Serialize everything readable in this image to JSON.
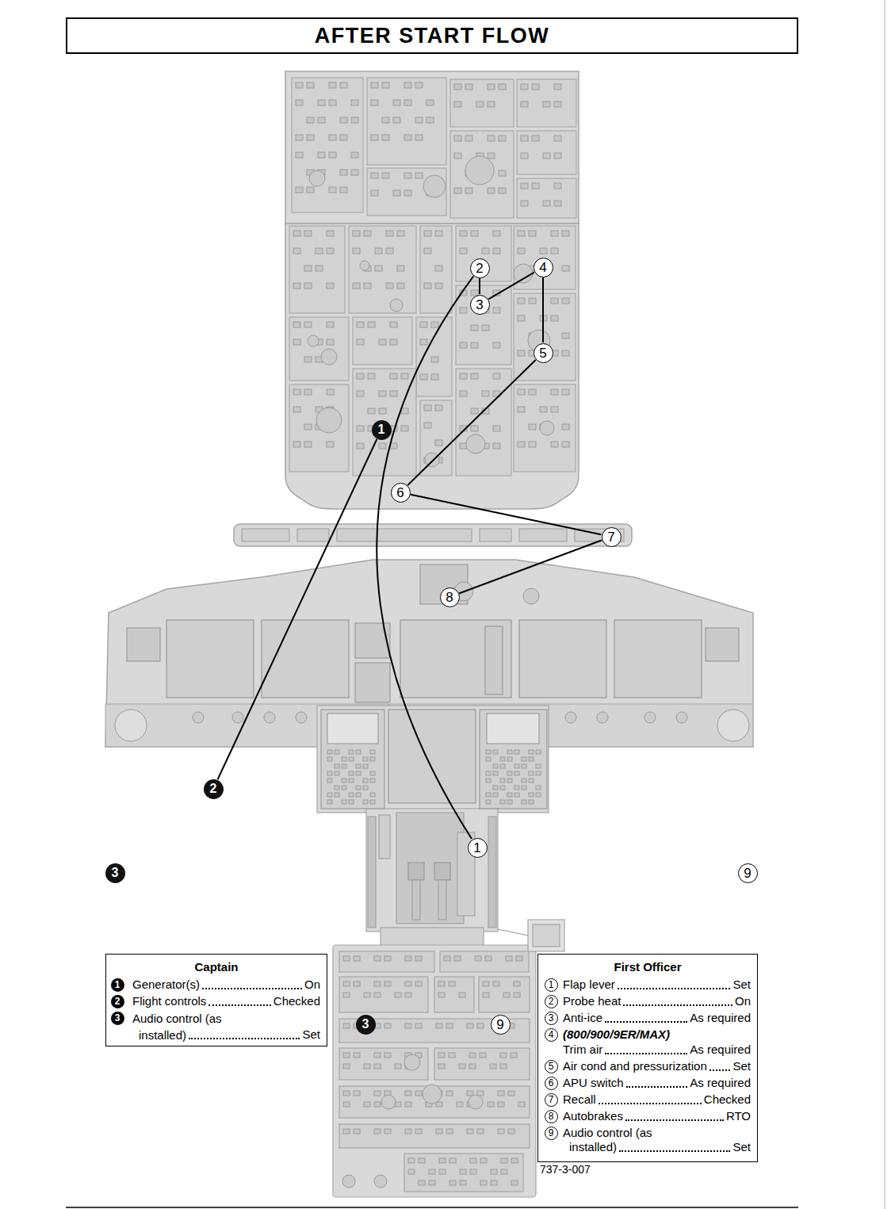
{
  "diagram": {
    "title": "AFTER START FLOW",
    "nodes": [
      {
        "text": [
          "2"
        ]
      },
      {
        "text": [
          "4"
        ]
      },
      {
        "text": [
          "3"
        ]
      },
      {
        "text": [
          "5"
        ]
      },
      {
        "text": [
          "1"
        ]
      },
      {
        "text": [
          "6"
        ]
      },
      {
        "text": [
          "7"
        ]
      },
      {
        "text": [
          "8"
        ]
      },
      {
        "text": [
          "2"
        ]
      },
      {
        "text": [
          "1"
        ]
      },
      {
        "text": [
          "3"
        ]
      },
      {
        "text": [
          "9"
        ]
      },
      {
        "text": [
          "Captain",
          "Generator(s)",
          "On",
          "Flight controls",
          "Checked",
          "Audio control (as installed)",
          "Set"
        ]
      },
      {
        "text": [
          "1"
        ],
        "in": 12
      },
      {
        "text": [
          "2"
        ],
        "in": 12
      },
      {
        "text": [
          "3"
        ],
        "in": 12
      },
      {
        "text": [
          "3"
        ]
      },
      {
        "text": [
          "9"
        ]
      },
      {
        "text": [
          "First Officer",
          "Flap lever",
          "Set",
          "Probe heat",
          "On",
          "Anti-ice",
          "As required",
          "(800/900/9ER/MAX)",
          "Trim air",
          "As required",
          "Air cond and pressurization",
          "Set",
          "APU switch",
          "As required",
          "Recall",
          "Checked",
          "Autobrakes",
          "RTO",
          "Audio control (as installed)",
          "Set"
        ]
      },
      {
        "text": [
          "1"
        ],
        "in": 18
      },
      {
        "text": [
          "2"
        ],
        "in": 18
      },
      {
        "text": [
          "3"
        ],
        "in": 18
      },
      {
        "text": [
          "4"
        ],
        "in": 18
      },
      {
        "text": [
          "5"
        ],
        "in": 18
      },
      {
        "text": [
          "6"
        ],
        "in": 18
      },
      {
        "text": [
          "7"
        ],
        "in": 18
      },
      {
        "text": [
          "8"
        ],
        "in": 18
      },
      {
        "text": [
          "9"
        ],
        "in": 18
      }
    ],
    "edges": [
      {
        "from": 4,
        "to": 8,
        "arrow": "none"
      },
      {
        "from": 9,
        "to": 0,
        "arrow": "none"
      },
      {
        "from": 0,
        "to": 2,
        "arrow": "none"
      },
      {
        "from": 2,
        "to": 1,
        "arrow": "none"
      },
      {
        "from": 1,
        "to": 3,
        "arrow": "none"
      },
      {
        "from": 3,
        "to": 5,
        "arrow": "none"
      },
      {
        "from": 5,
        "to": 6,
        "arrow": "none"
      },
      {
        "from": 6,
        "to": 7,
        "arrow": "none"
      }
    ],
    "labels": [
      "737-3-007"
    ]
  }
}
